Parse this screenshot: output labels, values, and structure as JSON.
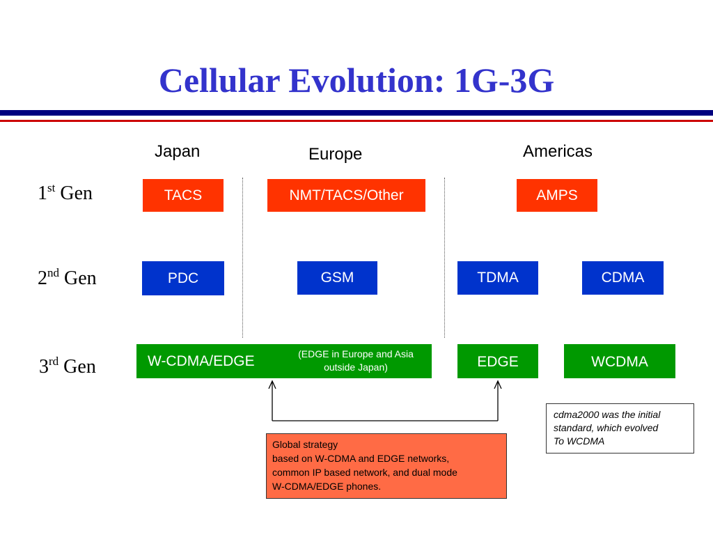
{
  "title": "Cellular Evolution: 1G-3G",
  "colors": {
    "title": "#3333cc",
    "rule_blue": "#00007f",
    "rule_red": "#cc0000",
    "gen1": "#ff3300",
    "gen2": "#0033cc",
    "gen3": "#009900",
    "callout": "#ff6b45"
  },
  "regions": {
    "japan": "Japan",
    "europe": "Europe",
    "americas": "Americas"
  },
  "generations": {
    "gen1": {
      "num": "1",
      "suffix": "st",
      "label": "Gen"
    },
    "gen2": {
      "num": "2",
      "suffix": "nd",
      "label": "Gen"
    },
    "gen3": {
      "num": "3",
      "suffix": "rd",
      "label": "Gen"
    }
  },
  "boxes": {
    "tacs": "TACS",
    "nmt": "NMT/TACS/Other",
    "amps": "AMPS",
    "pdc": "PDC",
    "gsm": "GSM",
    "tdma": "TDMA",
    "cdma": "CDMA",
    "wcdma_edge": "W-CDMA/EDGE",
    "edge_note": [
      "(EDGE in Europe and Asia",
      "outside Japan)"
    ],
    "edge": "EDGE",
    "wcdma": "WCDMA"
  },
  "callout": [
    "Global strategy",
    "based on W-CDMA and EDGE networks,",
    "common IP based network, and dual mode",
    "W-CDMA/EDGE phones."
  ],
  "side_note": [
    "cdma2000 was the initial",
    "standard, which evolved",
    "To WCDMA"
  ]
}
